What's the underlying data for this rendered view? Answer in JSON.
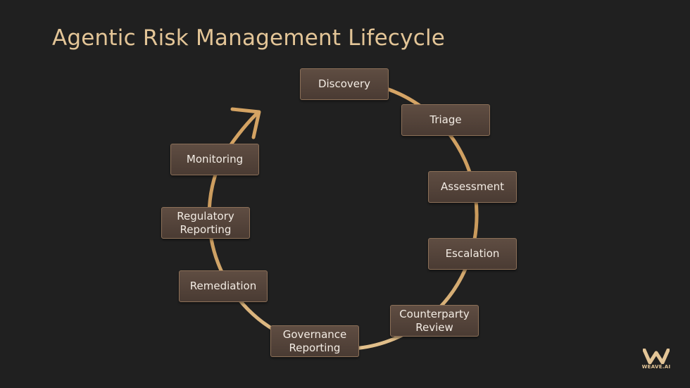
{
  "title": "Agentic Risk Management Lifecycle",
  "stages": [
    "Discovery",
    "Triage",
    "Assessment",
    "Escalation",
    "Counterparty Review",
    "Governance Reporting",
    "Remediation",
    "Regulatory Reporting",
    "Monitoring"
  ],
  "logo": {
    "wordmark": "WEAVE.AI",
    "icon": "w-logo-icon"
  },
  "colors": {
    "background": "#202020",
    "accent": "#e3c597",
    "node_fill": "#55453b",
    "node_border": "#8c7058",
    "cycle_stroke": "#d2a262"
  }
}
